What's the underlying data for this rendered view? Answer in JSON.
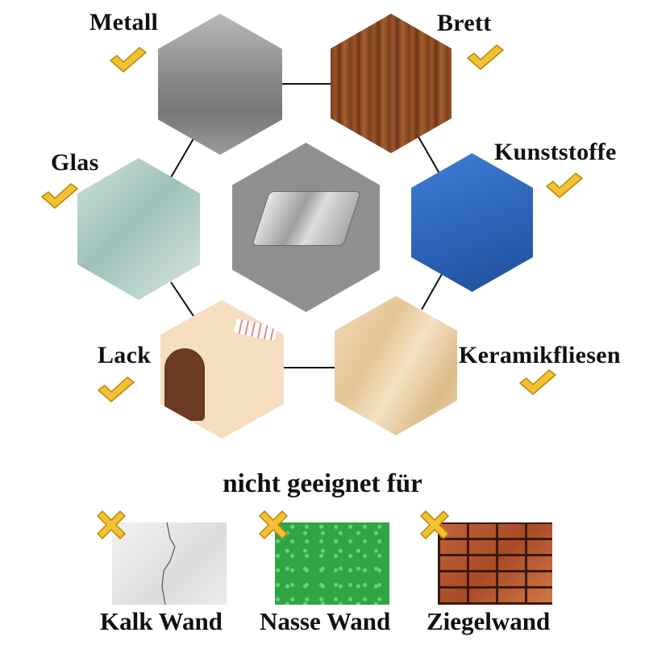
{
  "suitable": {
    "items": [
      {
        "label": "Metall",
        "status": "check-icon"
      },
      {
        "label": "Brett",
        "status": "check-icon"
      },
      {
        "label": "Glas",
        "status": "check-icon"
      },
      {
        "label": "Kunststoffe",
        "status": "check-icon"
      },
      {
        "label": "Lack",
        "status": "check-icon"
      },
      {
        "label": "Keramikfliesen",
        "status": "check-icon"
      }
    ],
    "center": "gel-pad-image"
  },
  "unsuitable": {
    "title": "nicht geeignet für",
    "items": [
      {
        "label": "Kalk Wand",
        "status": "x-icon"
      },
      {
        "label": "Nasse Wand",
        "status": "x-icon"
      },
      {
        "label": "Ziegelwand",
        "status": "x-icon"
      }
    ]
  },
  "colors": {
    "check": "#f2c230",
    "check_outline": "#b8860b",
    "metal": "#8e8e8e",
    "wood": "#8b4a22",
    "plastic": "#2f6dc4",
    "glass": "#a9c8c0",
    "paint": "#f6dfc0",
    "ceramic": "#e8cfa4",
    "wet_wall": "#2fa544",
    "brick": "#b5552c"
  }
}
